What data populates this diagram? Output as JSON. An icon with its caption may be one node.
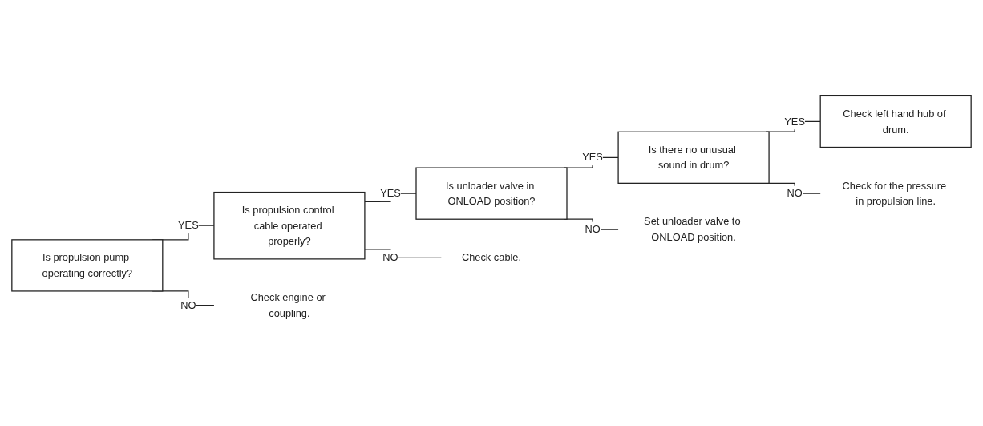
{
  "diagram": {
    "nodes": [
      {
        "text": [
          "Is propulsion pump operating correctly?"
        ]
      },
      {
        "text": [
          "Is propulsion control cable operated properly?"
        ]
      },
      {
        "text": [
          "Check engine or coupling."
        ]
      },
      {
        "text": [
          "Is unloader valve in ONLOAD position?"
        ]
      },
      {
        "text": [
          "Check cable."
        ]
      },
      {
        "text": [
          "Is there no unusual sound in drum?"
        ]
      },
      {
        "text": [
          "Set unloader valve to ONLOAD position."
        ]
      },
      {
        "text": [
          "Check left hand hub of drum."
        ]
      },
      {
        "text": [
          "Check for the pressure in propulsion line."
        ]
      }
    ],
    "edges": [
      {
        "from": 0,
        "to": 1,
        "arrow": "none",
        "label": "YES"
      },
      {
        "from": 0,
        "to": 2,
        "arrow": "none",
        "label": "NO"
      },
      {
        "from": 1,
        "to": 3,
        "arrow": "none",
        "label": "YES"
      },
      {
        "from": 1,
        "to": 4,
        "arrow": "none",
        "label": "NO"
      },
      {
        "from": 3,
        "to": 5,
        "arrow": "none",
        "label": "YES"
      },
      {
        "from": 3,
        "to": 6,
        "arrow": "none",
        "label": "NO"
      },
      {
        "from": 5,
        "to": 7,
        "arrow": "none",
        "label": "YES"
      },
      {
        "from": 5,
        "to": 8,
        "arrow": "none",
        "label": "NO"
      }
    ]
  }
}
